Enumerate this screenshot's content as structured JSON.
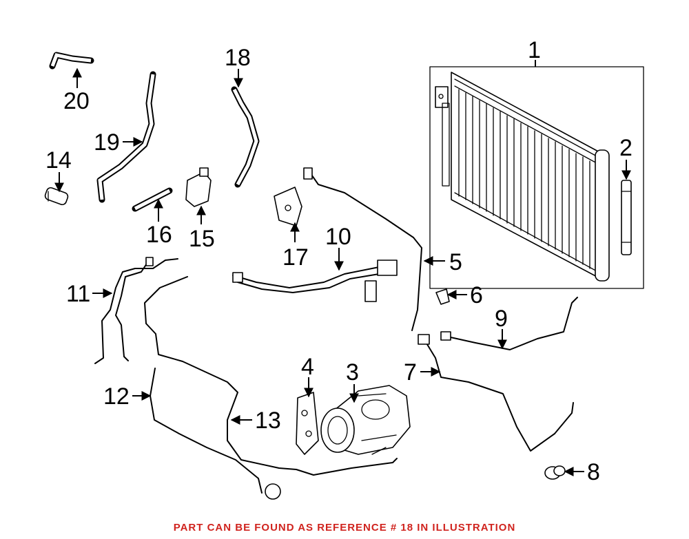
{
  "footer_note": "PART CAN BE FOUND AS REFERENCE # 18 IN ILLUSTRATION",
  "callouts": [
    "1",
    "2",
    "3",
    "4",
    "5",
    "6",
    "7",
    "8",
    "9",
    "10",
    "11",
    "12",
    "13",
    "14",
    "15",
    "16",
    "17",
    "18",
    "19",
    "20"
  ],
  "colors": {
    "line": "#000000",
    "background": "#ffffff",
    "note": "#d0231e"
  }
}
